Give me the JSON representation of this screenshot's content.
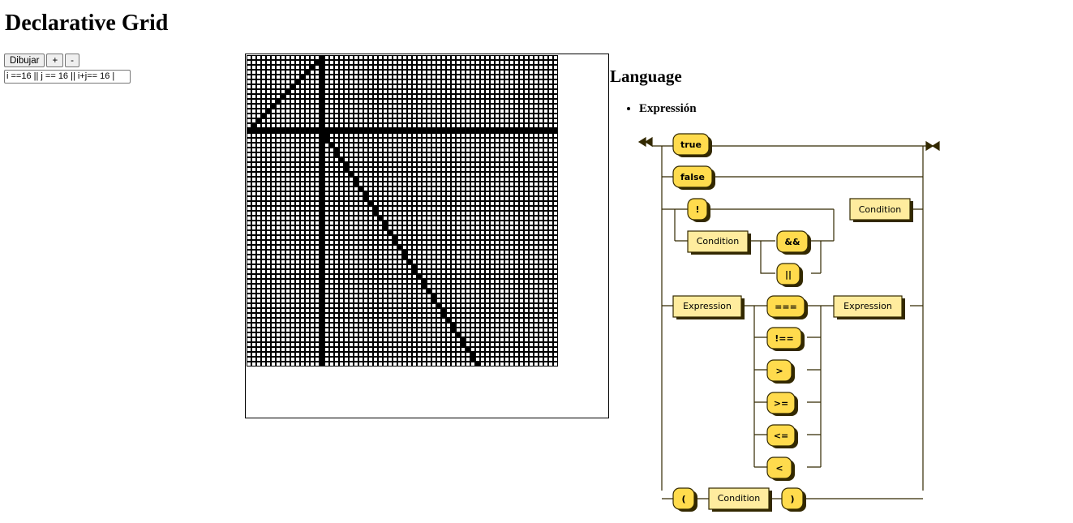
{
  "header": {
    "title": "Declarative Grid"
  },
  "controls": {
    "draw_label": "Dibujar",
    "plus_label": "+",
    "minus_label": "-",
    "expression_value": "i ==16 || j == 16 || i+j== 16 |"
  },
  "grid": {
    "rows": 64,
    "cols": 64,
    "expression": "i ==16 || j == 16 || i+j== 16 |"
  },
  "language": {
    "title": "Language",
    "section": "Expressión",
    "diagram": {
      "t_true": "true",
      "t_false": "false",
      "t_not": "!",
      "t_and": "&&",
      "t_or": "||",
      "t_eq": "===",
      "t_neq": "!==",
      "t_gt": ">",
      "t_ge": ">=",
      "t_le": "<=",
      "t_lt": "<",
      "t_lparen": "(",
      "t_rparen": ")",
      "nt_condition": "Condition",
      "nt_expression": "Expression"
    }
  },
  "colors": {
    "terminal": "#FFDB4D",
    "nonterminal": "#FFEC9E",
    "line": "#332900"
  }
}
